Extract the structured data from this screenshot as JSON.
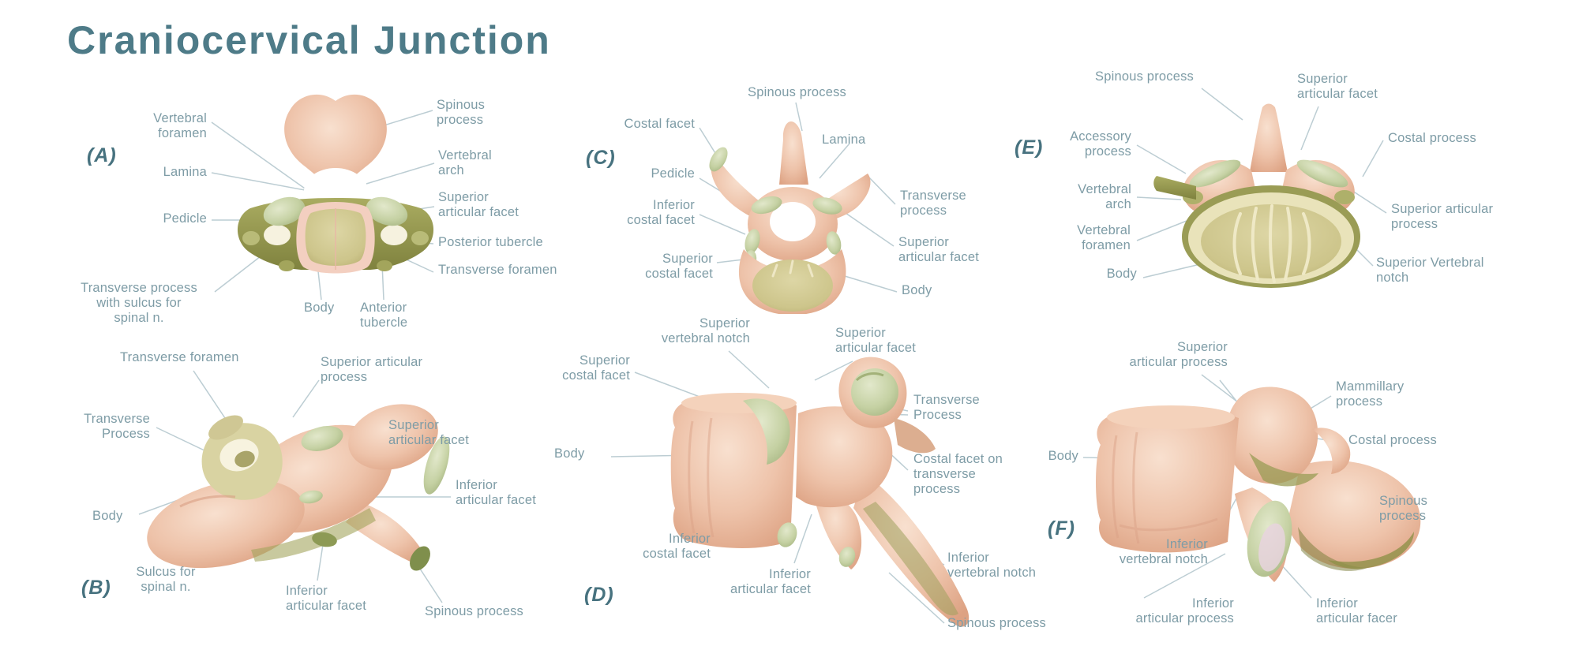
{
  "title": "Craniocervical Junction",
  "colors": {
    "title_text": "#4e7b88",
    "label_text": "#7e9ca6",
    "panel_letter": "#47727f",
    "leader_line": "#bccdd3",
    "bone_pink": "#eec3aa",
    "bone_pink_light": "#f8e0cf",
    "bone_pink_dark": "#dda283",
    "olive_green": "#96984f",
    "pale_green_facet": "#c5d1a3",
    "khaki_body": "#cdc58b",
    "cream": "#ece5bd"
  },
  "panels": {
    "A": {
      "letter": "(A)",
      "labels": {
        "vertebral_foramen": "Vertebral\nforamen",
        "lamina": "Lamina",
        "pedicle": "Pedicle",
        "transverse_process_sulcus": "Transverse process\nwith sulcus for\nspinal n.",
        "body": "Body",
        "anterior_tubercle": "Anterior\ntubercle",
        "spinous_process": "Spinous\nprocess",
        "vertebral_arch": "Vertebral\narch",
        "superior_articular_facet": "Superior\narticular facet",
        "posterior_tubercle": "Posterior tubercle",
        "transverse_foramen": "Transverse foramen"
      }
    },
    "B": {
      "letter": "(B)",
      "labels": {
        "transverse_foramen": "Transverse foramen",
        "superior_articular_process": "Superior articular\nprocess",
        "transverse_process": "Transverse\nProcess",
        "superior_articular_facet": "Superior\narticular facet",
        "body": "Body",
        "inferior_articular_facet_side": "Inferior\narticular facet",
        "sulcus_for_spinal_n": "Sulcus for\nspinal n.",
        "inferior_articular_facet_bottom": "Inferior\narticular facet",
        "spinous_process": "Spinous process"
      }
    },
    "C": {
      "letter": "(C)",
      "labels": {
        "spinous_process": "Spinous process",
        "costal_facet": "Costal facet",
        "pedicle": "Pedicle",
        "inferior_costal_facet": "Inferior\ncostal facet",
        "superior_costal_facet": "Superior\ncostal facet",
        "lamina": "Lamina",
        "transverse_process": "Transverse\nprocess",
        "superior_articular_facet": "Superior\narticular facet",
        "body": "Body"
      }
    },
    "D": {
      "letter": "(D)",
      "labels": {
        "superior_vertebral_notch": "Superior\nvertebral notch",
        "superior_costal_facet": "Superior\ncostal facet",
        "body": "Body",
        "superior_articular_facet": "Superior\narticular facet",
        "transverse_process": "Transverse\nProcess",
        "costal_facet_on_transverse_process": "Costal facet on\ntransverse\nprocess",
        "inferior_costal_facet": "Inferior\ncostal facet",
        "inferior_articular_facet": "Inferior\narticular facet",
        "inferior_vertebral_notch": "Inferior\nvertebral notch",
        "spinous_process": "Spinous process"
      }
    },
    "E": {
      "letter": "(E)",
      "labels": {
        "spinous_process": "Spinous process",
        "superior_articular_facet": "Superior\narticular facet",
        "accessory_process": "Accessory\nprocess",
        "vertebral_arch": "Vertebral\narch",
        "vertebral_foramen": "Vertebral\nforamen",
        "body": "Body",
        "costal_process": "Costal process",
        "superior_articular_process": "Superior articular\nprocess",
        "superior_vertebral_notch": "Superior Vertebral\nnotch"
      }
    },
    "F": {
      "letter": "(F)",
      "labels": {
        "superior_articular_process": "Superior\narticular process",
        "mammillary_process": "Mammillary\nprocess",
        "costal_process": "Costal process",
        "body": "Body",
        "spinous_process": "Spinous\nprocess",
        "inferior_vertebral_notch": "Inferior\nvertebral notch",
        "inferior_articular_process": "Inferior\narticular process",
        "inferior_articular_facer": "Inferior\narticular facer"
      }
    }
  }
}
